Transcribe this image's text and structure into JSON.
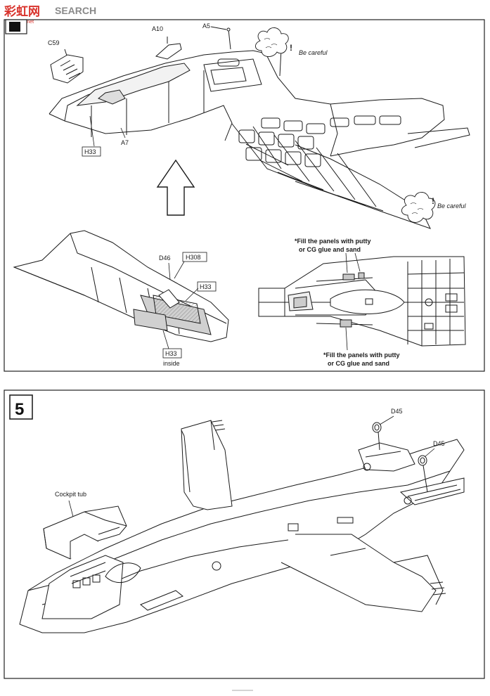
{
  "watermark": {
    "brand_cn": "彩虹网",
    "brand_en": "SEARCH",
    "url": "aaa.cnnk.net"
  },
  "step4": {
    "top_labels": {
      "a10": "A10",
      "a5": "A5",
      "c59": "C59",
      "a7": "A7",
      "h33": "H33"
    },
    "be_careful_1": "Be careful",
    "be_careful_2": "Be careful",
    "exclaim": "!",
    "detail_left": {
      "d46": "D46",
      "h308": "H308",
      "h33": "H33",
      "h33_bottom": "H33",
      "inside": "inside"
    },
    "note_top_line1": "*Fill the panels with putty",
    "note_top_line2": "or CG glue and sand",
    "note_bottom_line1": "*Fill the panels with putty",
    "note_bottom_line2": "or CG glue and sand"
  },
  "step5": {
    "number": "5",
    "d45_a": "D45",
    "d45_b": "D45",
    "cockpit_tub": "Cockpit tub"
  },
  "colors": {
    "line": "#1a1a1a",
    "panel_gray": "#d9d9d9",
    "frame": "#222222",
    "watermark_red": "#d8322b"
  }
}
